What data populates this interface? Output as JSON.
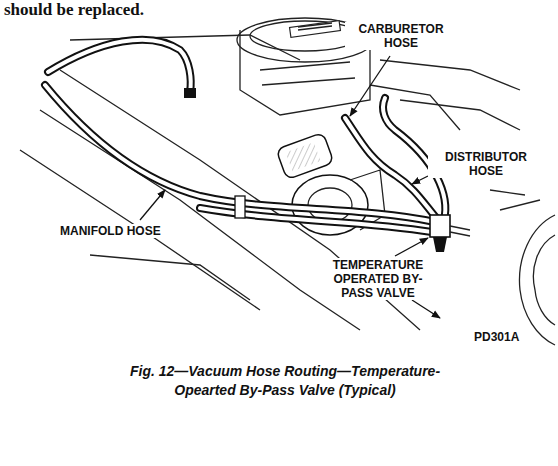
{
  "diagram": {
    "caption": "Fig. 12—Vacuum Hose Routing—Temperature- Opearted By-Pass Valve (Typical)",
    "labels": [
      "should be replaced.",
      "CARBURETOR HOSE",
      "DISTRIBUTOR HOSE",
      "MANIFOLD HOSE",
      "TEMPERATURE OPERATED BY-PASS VALVE",
      "PD301A"
    ]
  }
}
